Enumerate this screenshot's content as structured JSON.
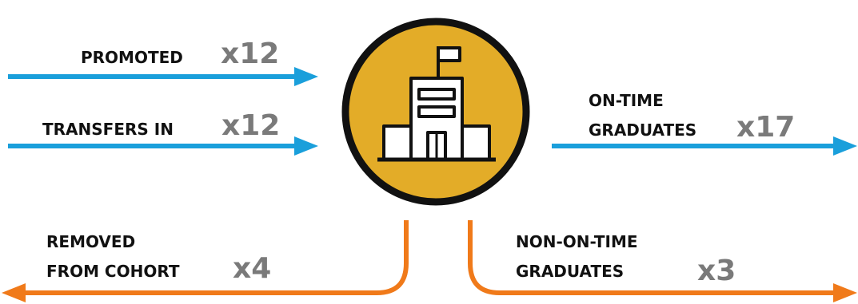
{
  "colors": {
    "inflow": "#1a9fdb",
    "outflow_removed": "#f07a1a",
    "school_fill": "#e3ac28",
    "school_outline": "#111111",
    "count_text": "#7a7a7a"
  },
  "center": {
    "icon": "school-building-icon"
  },
  "flows": {
    "promoted": {
      "label": "PROMOTED",
      "count": "x12"
    },
    "transfers_in": {
      "label": "TRANSFERS IN",
      "count": "x12"
    },
    "on_time_graduates": {
      "label_line1": "ON-TIME",
      "label_line2": "GRADUATES",
      "count": "x17"
    },
    "removed": {
      "label_line1": "REMOVED",
      "label_line2": "FROM COHORT",
      "count": "x4"
    },
    "non_on_time_graduates": {
      "label_line1": "NON-ON-TIME",
      "label_line2": "GRADUATES",
      "count": "x3"
    }
  }
}
